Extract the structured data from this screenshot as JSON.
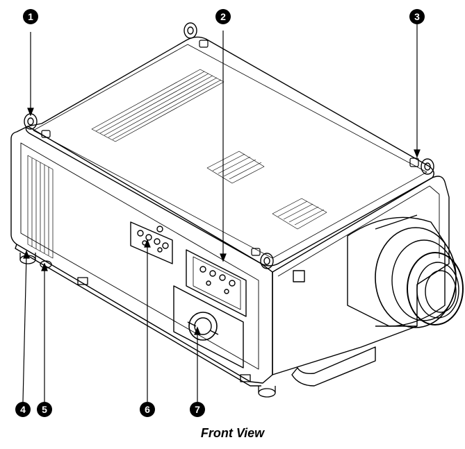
{
  "callouts": [
    {
      "id": "1",
      "label": "1"
    },
    {
      "id": "2",
      "label": "2"
    },
    {
      "id": "3",
      "label": "3"
    },
    {
      "id": "4",
      "label": "4"
    },
    {
      "id": "5",
      "label": "5"
    },
    {
      "id": "6",
      "label": "6"
    },
    {
      "id": "7",
      "label": "7"
    }
  ],
  "caption": "Front View"
}
